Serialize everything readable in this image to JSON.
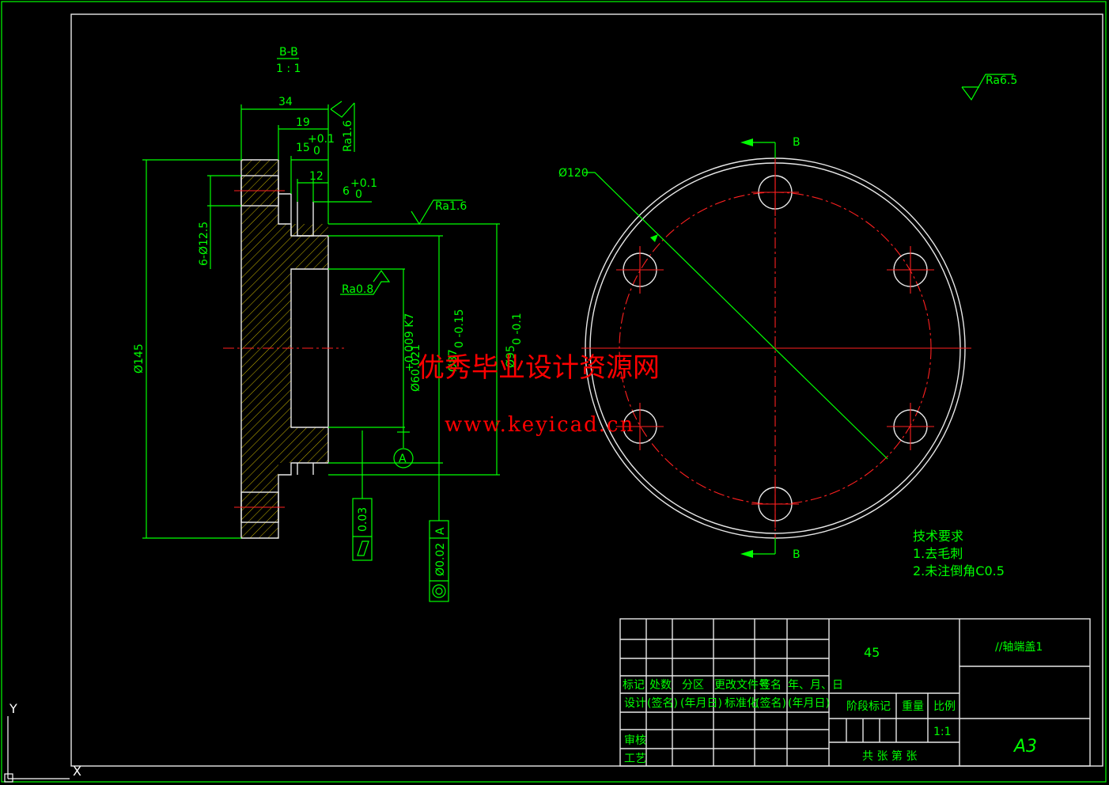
{
  "section_view": {
    "title": "B-B",
    "scale": "1 : 1",
    "dims": {
      "total_width": "34",
      "width_19": "19",
      "width_15": "15",
      "tol_15_upper": "+0.1",
      "tol_15_lower": "0",
      "width_12": "12",
      "depth_6": "6",
      "tol_6_upper": "+0.1",
      "tol_6_lower": "0",
      "holes": "6-Ø12.5",
      "outer_dia": "Ø145",
      "bore_dia": "Ø60.021",
      "bore_tol": "+0.009 K7",
      "dia_87": "Ø87",
      "dia_87_tol": "0  -0.15",
      "dia_95": "Ø95",
      "dia_95_tol": "0  -0.1"
    },
    "roughness": {
      "top": "Ra1.6",
      "mid": "Ra1.6",
      "bore": "Ra0.8"
    },
    "datum": "A",
    "tolerances": {
      "flatness_value": "0.03",
      "coaxial_value": "Ø0.02",
      "coaxial_datum": "A"
    }
  },
  "top_view": {
    "section_mark_top": "B",
    "section_mark_bottom": "B",
    "pcd_label": "Ø120"
  },
  "general_roughness": "Ra6.5",
  "tech_requirements": {
    "heading": "技术要求",
    "item1": "1.去毛刺",
    "item2": "2.未注倒角C0.5"
  },
  "watermark": {
    "line1": "优秀毕业设计资源网",
    "line2": "www.keyicad.cn"
  },
  "title_block": {
    "material": "45",
    "part_name": "//轴端盖1",
    "sheet_size": "A3",
    "scale": "1:1",
    "row_marks": [
      "标记",
      "处数",
      "分区",
      "更改文件号",
      "签名",
      "年、月、日"
    ],
    "row_design": [
      "设计",
      "(签名)",
      "(年月日)",
      "标准化",
      "(签名)",
      "(年月日)"
    ],
    "stage_mark": "阶段标记",
    "weight": "重量",
    "ratio": "比例",
    "review": "审核",
    "process": "工艺",
    "sheets": "共    张  第    张"
  },
  "ucs": {
    "y_label": "Y",
    "x_label": "X"
  },
  "colors": {
    "background": "#000000",
    "dimension": "#00ff00",
    "outline": "#ffffff",
    "centerline": "#ff2020",
    "hatch": "#c8b400"
  }
}
